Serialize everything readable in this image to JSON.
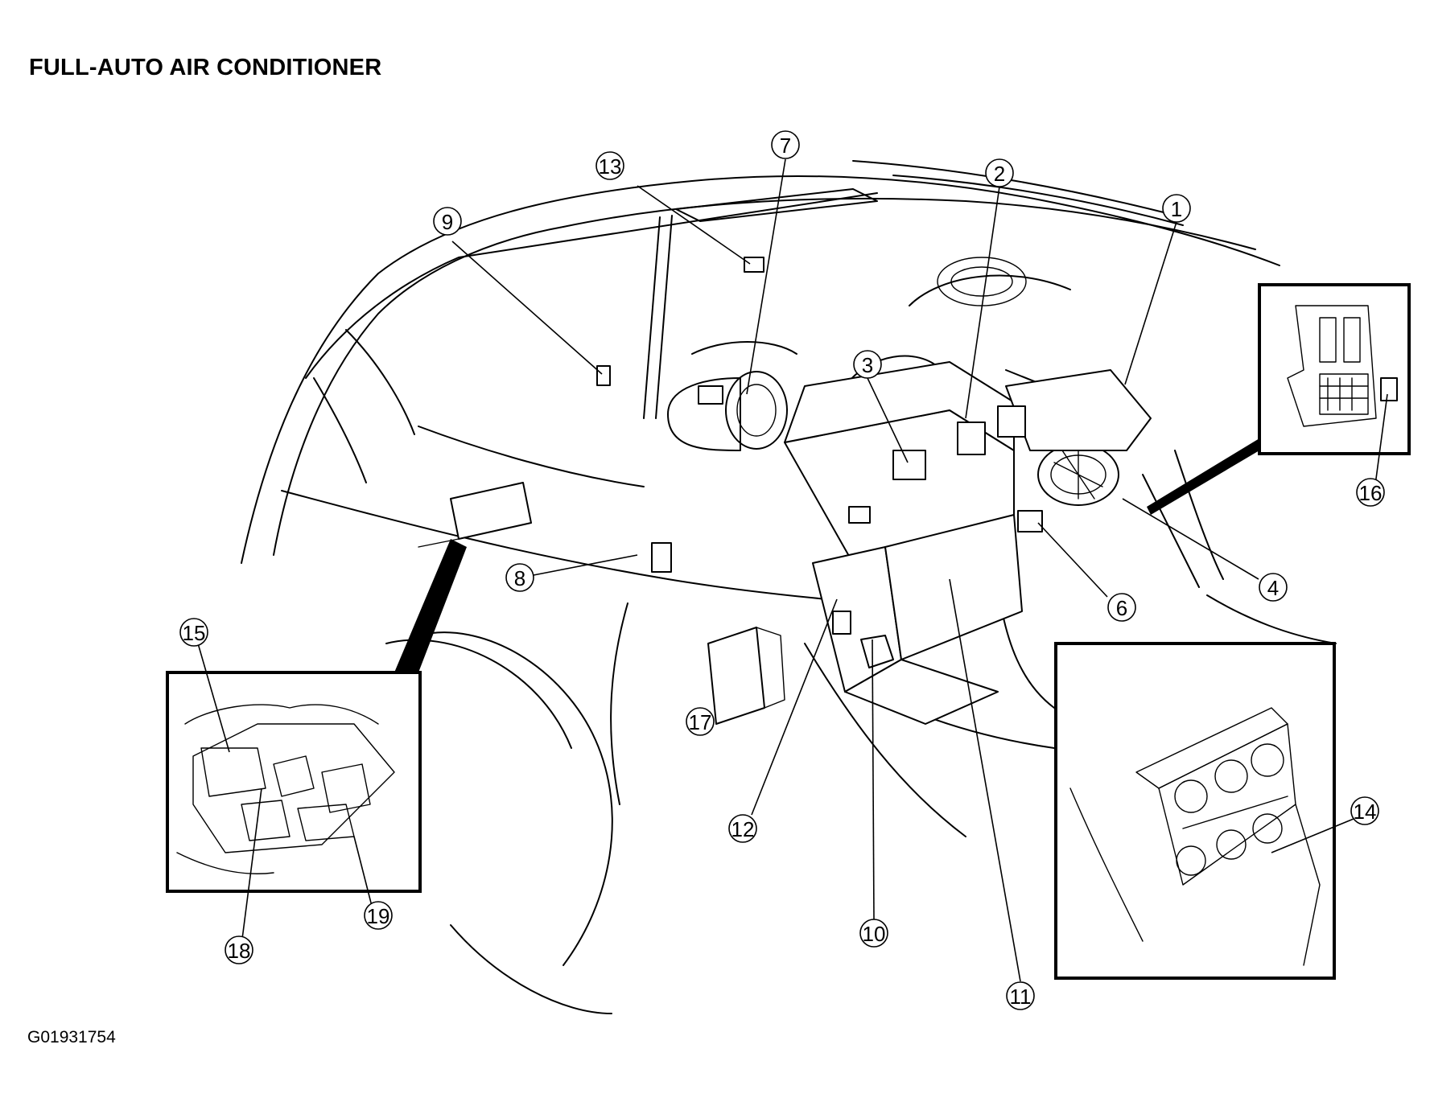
{
  "title": "FULL-AUTO AIR CONDITIONER",
  "figure_id": "G01931754",
  "callouts": [
    "1",
    "2",
    "3",
    "4",
    "6",
    "7",
    "8",
    "9",
    "10",
    "11",
    "12",
    "13",
    "14",
    "15",
    "16",
    "17",
    "18",
    "19"
  ]
}
